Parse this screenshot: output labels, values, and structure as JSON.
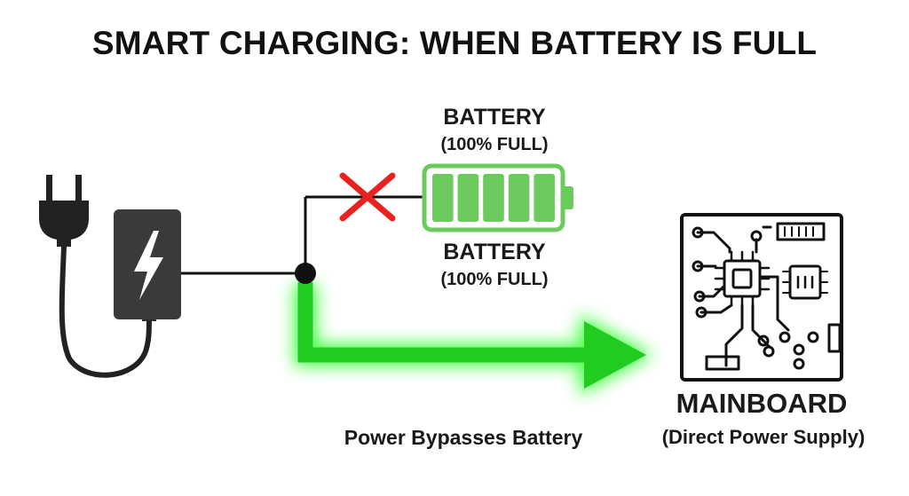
{
  "title": "SMART CHARGING: WHEN BATTERY IS FULL",
  "battery_top": {
    "name": "BATTERY",
    "status": "(100% FULL)"
  },
  "battery_bottom": {
    "name": "BATTERY",
    "status": "(100% FULL)"
  },
  "battery_level": 1.0,
  "battery_cells": 5,
  "bypass_label": "Power Bypasses Battery",
  "mainboard": {
    "name": "MAINBOARD",
    "caption": "(Direct Power Supply)"
  },
  "colors": {
    "ink": "#1a1a1a",
    "battery_green": "#6cc95e",
    "flow_green": "#22dd22",
    "blocked_red": "#e8231f"
  },
  "icons": {
    "plug": "power-plug-icon",
    "charger": "charger-bolt-icon",
    "blocked": "red-x-icon",
    "battery": "battery-full-icon",
    "board": "circuit-board-icon"
  }
}
